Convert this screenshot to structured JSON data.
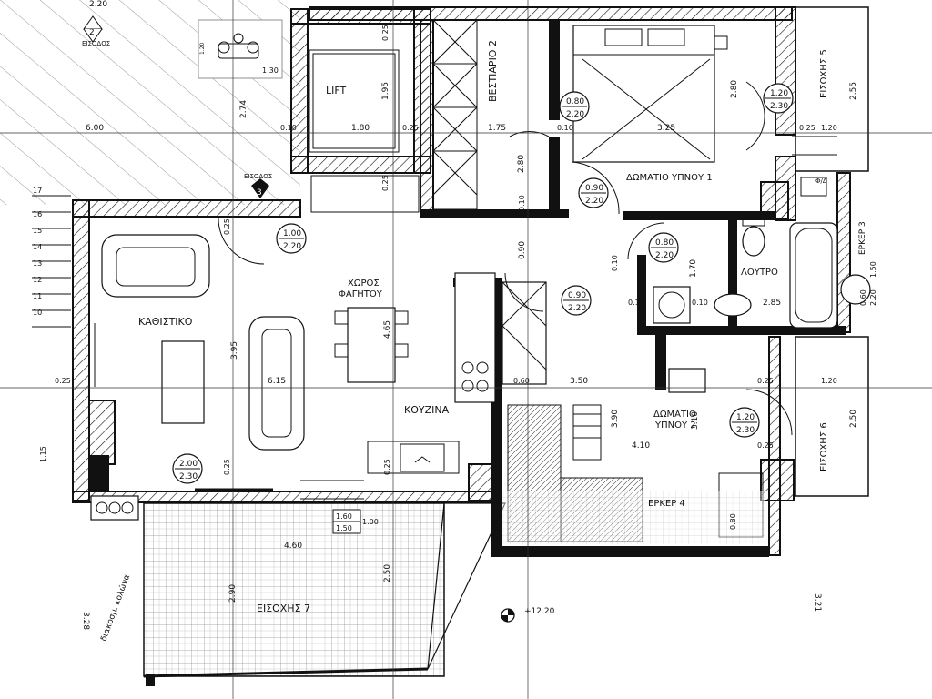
{
  "rooms": {
    "lift": "LIFT",
    "vestiario": "ΒΕΣΤΙΑΡΙΟ 2",
    "bedroom1": "ΔΩΜΑΤΙΟ ΥΠΝΟΥ 1",
    "bedroom2_line1": "ΔΩΜΑΤΙΟ",
    "bedroom2_line2": "ΥΠΝΟΥ 2",
    "bath": "ΛΟΥΤΡΟ",
    "living": "ΚΑΘΙΣΤΙΚΟ",
    "dining_line1": "ΧΩΡΟΣ",
    "dining_line2": "ΦΑΓΗΤΟΥ",
    "kitchen": "ΚΟΥΖΙΝΑ",
    "erker3": "ΕΡΚΕΡ 3",
    "erker4": "ΕΡΚΕΡ 4",
    "eisoxi5": "ΕΙΣΟΧΗΣ 5",
    "eisoxi6": "ΕΙΣΟΧΗΣ 6",
    "eisoxi7": "ΕΙΣΟΧΗΣ 7",
    "entrance": "ΕΙΣΟΔΟΣ",
    "entrance_num_top": "2",
    "entrance_num_mid": "3",
    "planter": "διακοσμ. κολώνα",
    "elevation": "+12.20",
    "tap": "Φ/Δ"
  },
  "doors": {
    "d1": [
      "0.80",
      "2.20"
    ],
    "d2": [
      "1.20",
      "2.30"
    ],
    "d3": [
      "0.90",
      "2.20"
    ],
    "d4": [
      "1.00",
      "2.20"
    ],
    "d5": [
      "0.80",
      "2.20"
    ],
    "d6": [
      "0.90",
      "2.20"
    ],
    "d7": [
      "1.20",
      "2.30"
    ],
    "d8": [
      "2.00",
      "2.30"
    ],
    "d9": [
      "0.60",
      "2.20"
    ],
    "d10": [
      "1.60",
      "1.50"
    ],
    "d10b": "1.00"
  },
  "dims": {
    "top_220": "2.20",
    "dim_274": "2.74",
    "dim_195": "1.95",
    "dim_025a": "0.25",
    "dim_600": "6.00",
    "dim_010a": "0.10",
    "dim_180": "1.80",
    "dim_025b": "0.25",
    "dim_175": "1.75",
    "dim_010b": "0.10",
    "dim_325": "3.25",
    "dim_280a": "2.80",
    "dim_280b": "2.80",
    "dim_255": "2.55",
    "dim_025c": "0.25",
    "dim_120a": "1.20",
    "dim_010c": "0.10",
    "dim_010d": "0.10",
    "dim_025d": "0.25",
    "dim_025e": "0.25",
    "dim_090": "0.90",
    "dim_010e": "0.10",
    "dim_170": "1.70",
    "dim_010f": "0.10",
    "dim_285": "2.85",
    "dim_150": "1.50",
    "dim_465": "4.65",
    "dim_395": "3.95",
    "dim_615": "6.15",
    "dim_025f": "0.25",
    "dim_060": "0.60",
    "dim_350": "3.50",
    "dim_025g": "0.25",
    "dim_120b": "1.20",
    "dim_390": "3.90",
    "dim_310": "3.10",
    "dim_250a": "2.50",
    "dim_410": "4.10",
    "dim_025h": "0.25",
    "dim_025i": "0.25",
    "dim_025j": "0.25",
    "dim_115": "1.15",
    "dim_080": "0.80",
    "dim_460": "4.60",
    "dim_290": "2.90",
    "dim_250b": "2.50",
    "dim_328": "3.28",
    "dim_321": "3.21",
    "lift_130": "1.30",
    "lift_120": "1.20"
  },
  "stairs": [
    "17",
    "16",
    "15",
    "14",
    "13",
    "12",
    "11",
    "10"
  ]
}
